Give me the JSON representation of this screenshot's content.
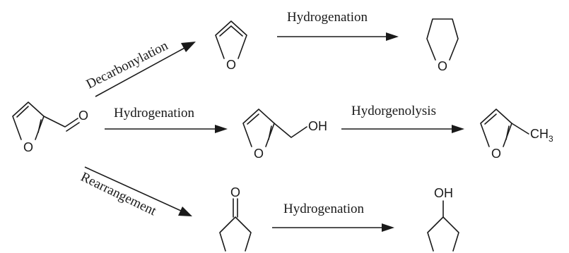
{
  "reactions": {
    "decarbonylation": "Decarbonylation",
    "hydrogenation_top": "Hydrogenation",
    "hydrogenation_middle": "Hydrogenation",
    "hydrogenolysis": "Hydorgenolysis",
    "rearrangement": "Rearrangement",
    "hydrogenation_bottom": "Hydrogenation"
  },
  "atoms": {
    "furfural_o_ring": "O",
    "furfural_o_aldehyde": "O",
    "furan_o": "O",
    "thf_o": "O",
    "alcohol_o_ring": "O",
    "alcohol_oh": "OH",
    "methylfuran_o": "O",
    "methyl_group": "CH",
    "methyl_subscript": "3",
    "cyclopentanone_o": "O",
    "cyclopentanol_oh": "OH"
  }
}
